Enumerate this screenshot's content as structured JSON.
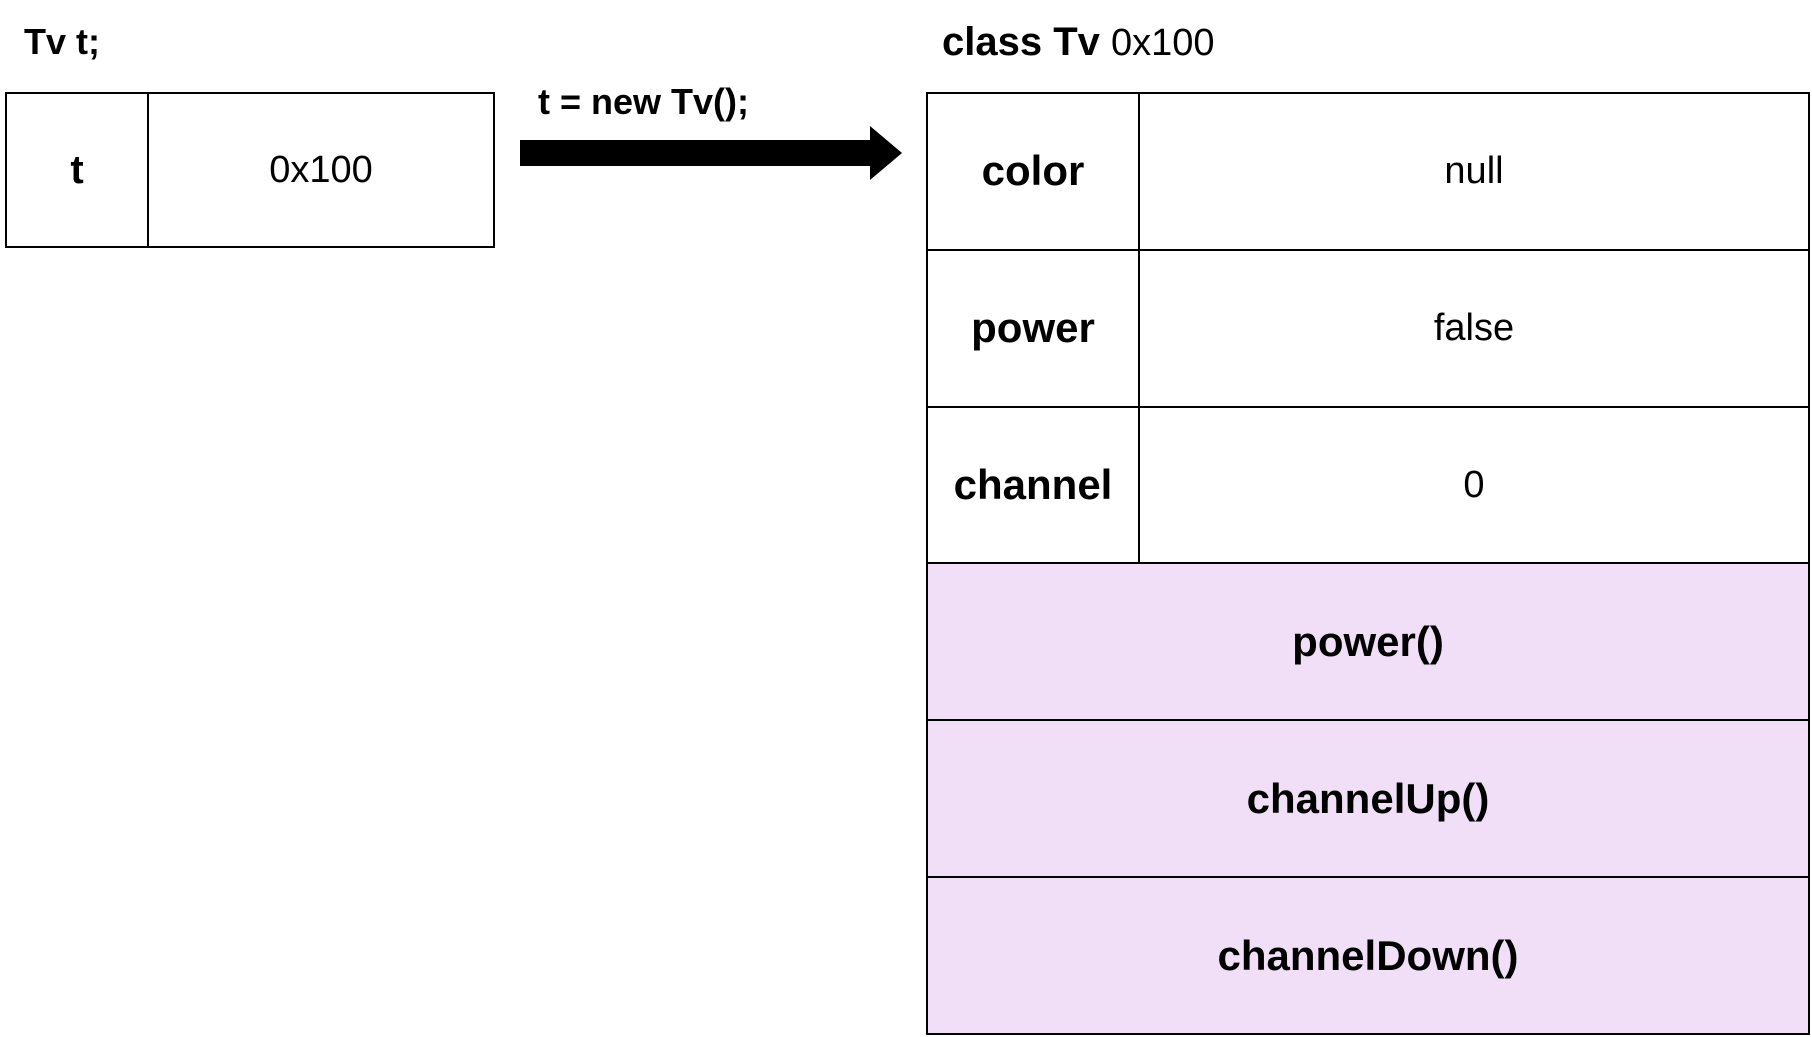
{
  "variable": {
    "declaration": "Tv t;",
    "name": "t",
    "value": "0x100"
  },
  "assignment": {
    "label": "t = new Tv();"
  },
  "object": {
    "class_keyword": "class Tv",
    "address": "0x100",
    "fields": [
      {
        "name": "color",
        "value": "null"
      },
      {
        "name": "power",
        "value": "false"
      },
      {
        "name": "channel",
        "value": "0"
      }
    ],
    "methods": [
      "power()",
      "channelUp()",
      "channelDown()"
    ]
  },
  "colors": {
    "method_background": "#f1def7",
    "stroke": "#000000"
  }
}
